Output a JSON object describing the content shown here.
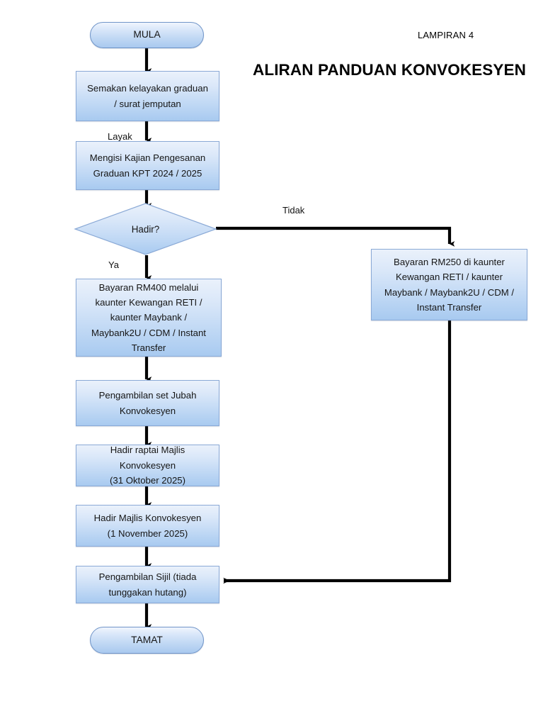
{
  "header": {
    "lampiran": "LAMPIRAN 4",
    "title": "ALIRAN PANDUAN KONVOKESYEN"
  },
  "colors": {
    "node_fill_top": "#eaf1fb",
    "node_fill_bottom": "#a8caf0",
    "node_border": "#8aa9d6",
    "connector": "#000000",
    "text": "#161616",
    "background": "#ffffff"
  },
  "flow": {
    "start": {
      "label": "MULA",
      "shape": "terminator"
    },
    "end": {
      "label": "TAMAT",
      "shape": "terminator"
    },
    "decision": {
      "label": "Hadir?",
      "shape": "decision"
    },
    "steps": [
      {
        "id": "semakan",
        "label": "Semakan kelayakan graduan\n/ surat jemputan",
        "shape": "process"
      },
      {
        "id": "kajian",
        "label": "Mengisi Kajian Pengesanan\nGraduan KPT 2024 / 2025",
        "shape": "process"
      },
      {
        "id": "bayaran400",
        "label": "Bayaran RM400 melalui\nkaunter Kewangan RETI /\nkaunter Maybank /\nMaybank2U / CDM / Instant\nTransfer",
        "shape": "process"
      },
      {
        "id": "jubah",
        "label": "Pengambilan set Jubah\nKonvokesyen",
        "shape": "process"
      },
      {
        "id": "raptai",
        "label": "Hadir raptai Majlis Konvokesyen\n(31 Oktober 2025)",
        "shape": "process"
      },
      {
        "id": "majlis",
        "label": "Hadir Majlis Konvokesyen\n(1 November 2025)",
        "shape": "process"
      },
      {
        "id": "sijil",
        "label": "Pengambilan Sijil (tiada\ntunggakan hutang)",
        "shape": "process"
      },
      {
        "id": "bayaran250",
        "label": "Bayaran RM250 di kaunter\nKewangan RETI / kaunter\nMaybank / Maybank2U / CDM /\nInstant Transfer",
        "shape": "process"
      }
    ],
    "edge_labels": {
      "layak": "Layak",
      "ya": "Ya",
      "tidak": "Tidak"
    }
  }
}
